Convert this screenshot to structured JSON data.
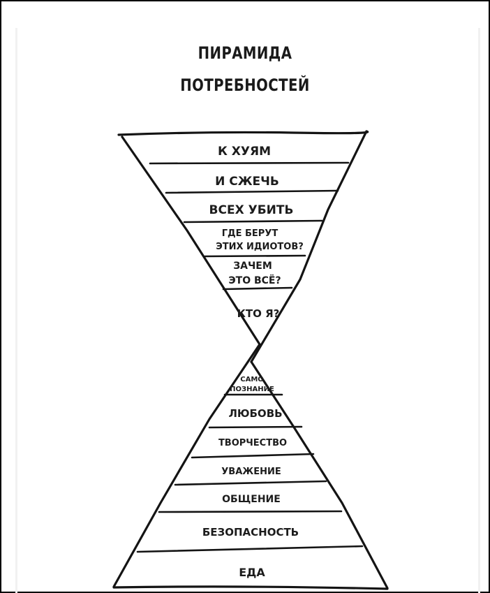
{
  "title": {
    "line1": "ПИРАМИДА",
    "line2": "ПОТРЕБНОСТЕЙ"
  },
  "inverted_pyramid": {
    "levels": [
      {
        "lines": [
          "К ХУЯМ"
        ]
      },
      {
        "lines": [
          "И СЖЕЧЬ"
        ]
      },
      {
        "lines": [
          "ВСЕХ УБИТЬ"
        ]
      },
      {
        "lines": [
          "ГДЕ БЕРУТ",
          "ЭТИХ ИДИОТОВ?"
        ]
      },
      {
        "lines": [
          "ЗАЧЕМ",
          "ЭТО ВСЁ?"
        ]
      },
      {
        "lines": [
          "КТО Я?"
        ]
      }
    ]
  },
  "pyramid": {
    "levels": [
      {
        "lines": [
          "САМО",
          "ПОЗНАНИЕ"
        ]
      },
      {
        "lines": [
          "ЛЮБОВЬ"
        ]
      },
      {
        "lines": [
          "ТВОРЧЕСТВО"
        ]
      },
      {
        "lines": [
          "УВАЖЕНИЕ"
        ]
      },
      {
        "lines": [
          "ОБЩЕНИЕ"
        ]
      },
      {
        "lines": [
          "БЕЗОПАСНОСТЬ"
        ]
      },
      {
        "lines": [
          "ЕДА"
        ]
      }
    ]
  },
  "colors": {
    "ink": "#141414",
    "paper": "#ffffff",
    "frame": "#000000"
  }
}
